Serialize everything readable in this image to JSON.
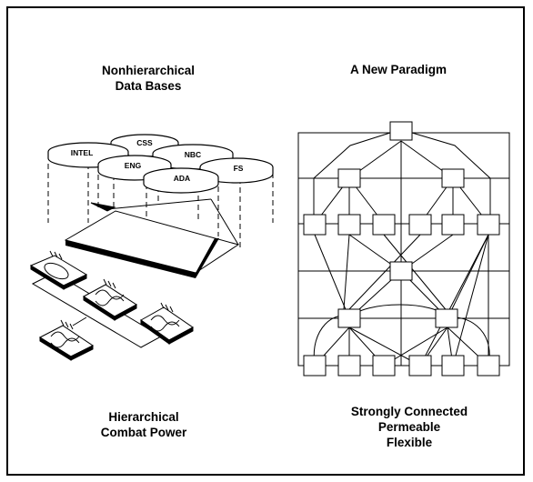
{
  "left_panel": {
    "top_title": [
      "Nonhierarchical",
      "Data Bases"
    ],
    "databases": [
      "CSS",
      "INTEL",
      "NBC",
      "ENG",
      "FS",
      "ADA"
    ],
    "bottom_title": [
      "Hierarchical",
      "Combat Power"
    ]
  },
  "right_panel": {
    "top_title": "A New Paradigm",
    "bottom_title": [
      "Strongly Connected",
      "Permeable",
      "Flexible"
    ]
  }
}
